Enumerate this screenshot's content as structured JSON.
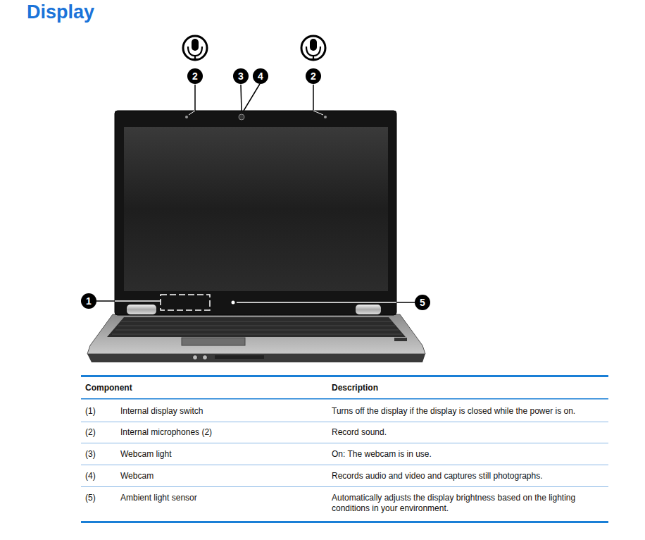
{
  "diagram": {
    "title": "Display",
    "labels": [
      "2",
      "3",
      "4",
      "2",
      "1",
      "5",
      "Component",
      "Description",
      "(1)",
      "Internal display switch",
      "Turns off the display if the display is closed while the power is on.",
      "(2)",
      "Internal microphones (2)",
      "Record sound.",
      "(3)",
      "Webcam light",
      "On: The webcam is in use.",
      "(4)",
      "Webcam",
      "Records audio and video and captures still photographs.",
      "(5)",
      "Ambient light sensor",
      "Automatically adjusts the display brightness based on the lighting conditions in your environment."
    ]
  }
}
